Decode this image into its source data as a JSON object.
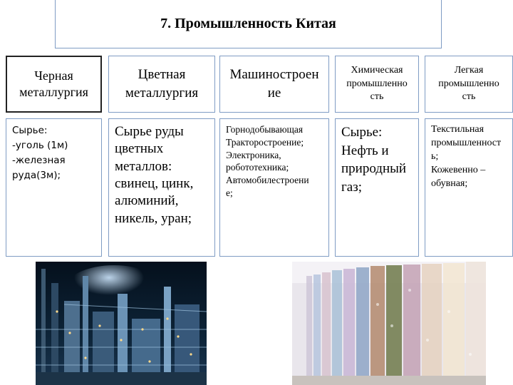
{
  "title": "7. Промышленность Китая",
  "columns": [
    {
      "heading": [
        "Черная",
        "металлургия"
      ],
      "body": [
        "Сырье:",
        "-уголь (1м)",
        "-железная",
        "руда(3м);"
      ]
    },
    {
      "heading": [
        "Цветная",
        "металлургия"
      ],
      "body": [
        "Сырье руды",
        "цветных",
        "металлов:",
        "свинец, цинк,",
        "алюминий,",
        "никель, уран;"
      ]
    },
    {
      "heading": [
        "Машиностроен",
        "ие"
      ],
      "body": [
        "Горнодобывающая",
        "Тракторостроение;",
        "Электроника,",
        "робототехника;",
        "Автомобилестроени",
        "е;"
      ]
    },
    {
      "heading": [
        "Химическая",
        "промышленно",
        "сть"
      ],
      "body": [
        "Сырье:",
        "Нефть и",
        "природный",
        "газ;"
      ]
    },
    {
      "heading": [
        "Легкая",
        "промышленно",
        "сть"
      ],
      "body": [
        "Текстильная",
        "промышленност",
        "ь;",
        "Кожевенно –",
        "обувная;"
      ]
    }
  ],
  "images": {
    "left": "industrial-plant-photo",
    "right": "textile-fabric-photo"
  }
}
